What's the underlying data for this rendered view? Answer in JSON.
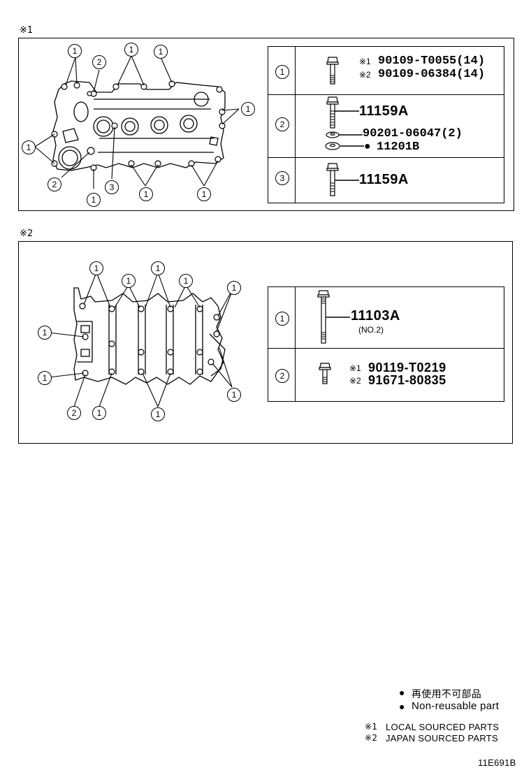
{
  "sections": [
    {
      "mark": "※1",
      "diagram_callouts": [
        "1",
        "2",
        "1",
        "1",
        "1",
        "1",
        "2",
        "3",
        "1",
        "1",
        "1"
      ],
      "parts": [
        {
          "ref": "1",
          "lines": [
            {
              "mark": "※1",
              "text": "90109-T0055(14)"
            },
            {
              "mark": "※2",
              "text": "90109-06384(14)"
            }
          ]
        },
        {
          "ref": "2",
          "lines": [
            {
              "mark": "",
              "text": "11159A"
            },
            {
              "mark": "",
              "text": "90201-06047(2)"
            },
            {
              "mark": "●",
              "text": "11201B"
            }
          ]
        },
        {
          "ref": "3",
          "lines": [
            {
              "mark": "",
              "text": "11159A"
            }
          ]
        }
      ]
    },
    {
      "mark": "※2",
      "diagram_callouts": [
        "1",
        "1",
        "1",
        "1",
        "1",
        "1",
        "1",
        "2",
        "1",
        "1",
        "1"
      ],
      "parts": [
        {
          "ref": "1",
          "lines": [
            {
              "mark": "",
              "text": "11103A"
            },
            {
              "mark": "",
              "text": "(NO.2)"
            }
          ]
        },
        {
          "ref": "2",
          "lines": [
            {
              "mark": "※1",
              "text": "90119-T0219"
            },
            {
              "mark": "※2",
              "text": "91671-80835"
            }
          ]
        }
      ]
    }
  ],
  "legend": {
    "symbol": "●",
    "jp": "再使用不可部品",
    "en": "Non-reusable part"
  },
  "notes": [
    {
      "mark": "※1",
      "text": "LOCAL SOURCED PARTS"
    },
    {
      "mark": "※2",
      "text": "JAPAN SOURCED PARTS"
    }
  ],
  "diagram_id": "11E691B"
}
